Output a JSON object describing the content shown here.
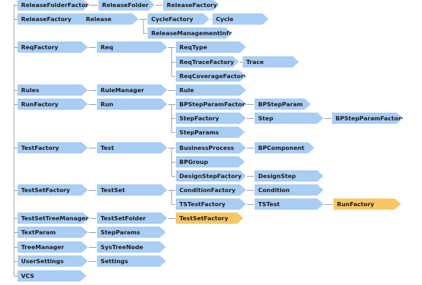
{
  "colors": {
    "node_fill": "#a9cdf3",
    "node_fill_highlight": "#f7c766",
    "connector": "#9a9a9a"
  },
  "nodes": [
    {
      "id": "releasefolderfactory",
      "label": "ReleaseFolderFactory"
    },
    {
      "id": "releasefolder",
      "label": "ReleaseFolder"
    },
    {
      "id": "releasefactory2",
      "label": "ReleaseFactory"
    },
    {
      "id": "releasefactory",
      "label": "ReleaseFactory"
    },
    {
      "id": "release",
      "label": "Release"
    },
    {
      "id": "cyclefactory",
      "label": "CycleFactory"
    },
    {
      "id": "cycle",
      "label": "Cycle"
    },
    {
      "id": "releasemanagementinfo",
      "label": "ReleaseManagementInfo"
    },
    {
      "id": "reqfactory",
      "label": "ReqFactory"
    },
    {
      "id": "req",
      "label": "Req"
    },
    {
      "id": "reqtype",
      "label": "ReqType"
    },
    {
      "id": "reqtracefactory",
      "label": "ReqTraceFactory"
    },
    {
      "id": "trace",
      "label": "Trace"
    },
    {
      "id": "reqcoveragefactory",
      "label": "ReqCoverageFactory"
    },
    {
      "id": "rules",
      "label": "Rules"
    },
    {
      "id": "rulemanager",
      "label": "RuleManager"
    },
    {
      "id": "rule",
      "label": "Rule"
    },
    {
      "id": "runfactory",
      "label": "RunFactory"
    },
    {
      "id": "run",
      "label": "Run"
    },
    {
      "id": "bpstepparamfactory",
      "label": "BPStepParamFactory"
    },
    {
      "id": "bpstepparam",
      "label": "BPStepParam"
    },
    {
      "id": "stepfactory",
      "label": "StepFactory"
    },
    {
      "id": "step",
      "label": "Step"
    },
    {
      "id": "bpstepparamfactory2",
      "label": "BPStepParamFactory"
    },
    {
      "id": "stepparams",
      "label": "StepParams"
    },
    {
      "id": "testfactory",
      "label": "TestFactory"
    },
    {
      "id": "test",
      "label": "Test"
    },
    {
      "id": "businessprocess",
      "label": "BusinessProcess"
    },
    {
      "id": "bpcomponent",
      "label": "BPComponent"
    },
    {
      "id": "bpgroup",
      "label": "BPGroup"
    },
    {
      "id": "designstepfactory",
      "label": "DesignStepFactory"
    },
    {
      "id": "designstep",
      "label": "DesignStep"
    },
    {
      "id": "testsetfactory",
      "label": "TestSetFactory"
    },
    {
      "id": "testset",
      "label": "TestSet"
    },
    {
      "id": "conditionfactory",
      "label": "ConditionFactory"
    },
    {
      "id": "condition",
      "label": "Condition"
    },
    {
      "id": "tstestfactory",
      "label": "TSTestFactory"
    },
    {
      "id": "tstest",
      "label": "TSTest"
    },
    {
      "id": "runfactory2",
      "label": "RunFactory",
      "highlight": true
    },
    {
      "id": "testsettreemanager",
      "label": "TestSetTreeManager"
    },
    {
      "id": "testsetfolder",
      "label": "TestSetFolder"
    },
    {
      "id": "testsetfactory2",
      "label": "TestSetFactory",
      "highlight": true
    },
    {
      "id": "textparam",
      "label": "TextParam"
    },
    {
      "id": "stepparams2",
      "label": "StepParams"
    },
    {
      "id": "treemanager",
      "label": "TreeManager"
    },
    {
      "id": "systreenode",
      "label": "SysTreeNode"
    },
    {
      "id": "usersettings",
      "label": "UserSettings"
    },
    {
      "id": "settings",
      "label": "Settings"
    },
    {
      "id": "vcs",
      "label": "VCS"
    }
  ],
  "edges": [
    [
      "releasefolderfactory",
      "releasefolder"
    ],
    [
      "releasefolder",
      "releasefactory2"
    ],
    [
      "releasefactory",
      "release"
    ],
    [
      "release",
      "cyclefactory"
    ],
    [
      "cyclefactory",
      "cycle"
    ],
    [
      "release",
      "releasemanagementinfo"
    ],
    [
      "reqfactory",
      "req"
    ],
    [
      "req",
      "reqtype"
    ],
    [
      "req",
      "reqtracefactory"
    ],
    [
      "reqtracefactory",
      "trace"
    ],
    [
      "req",
      "reqcoveragefactory"
    ],
    [
      "rules",
      "rulemanager"
    ],
    [
      "rulemanager",
      "rule"
    ],
    [
      "runfactory",
      "run"
    ],
    [
      "run",
      "bpstepparamfactory"
    ],
    [
      "bpstepparamfactory",
      "bpstepparam"
    ],
    [
      "run",
      "stepfactory"
    ],
    [
      "stepfactory",
      "step"
    ],
    [
      "step",
      "bpstepparamfactory2"
    ],
    [
      "run",
      "stepparams"
    ],
    [
      "testfactory",
      "test"
    ],
    [
      "test",
      "businessprocess"
    ],
    [
      "businessprocess",
      "bpcomponent"
    ],
    [
      "test",
      "bpgroup"
    ],
    [
      "test",
      "designstepfactory"
    ],
    [
      "designstepfactory",
      "designstep"
    ],
    [
      "testsetfactory",
      "testset"
    ],
    [
      "testset",
      "conditionfactory"
    ],
    [
      "conditionfactory",
      "condition"
    ],
    [
      "testset",
      "tstestfactory"
    ],
    [
      "tstestfactory",
      "tstest"
    ],
    [
      "tstest",
      "runfactory2"
    ],
    [
      "testsettreemanager",
      "testsetfolder"
    ],
    [
      "testsetfolder",
      "testsetfactory2"
    ],
    [
      "textparam",
      "stepparams2"
    ],
    [
      "treemanager",
      "systreenode"
    ],
    [
      "usersettings",
      "settings"
    ]
  ]
}
